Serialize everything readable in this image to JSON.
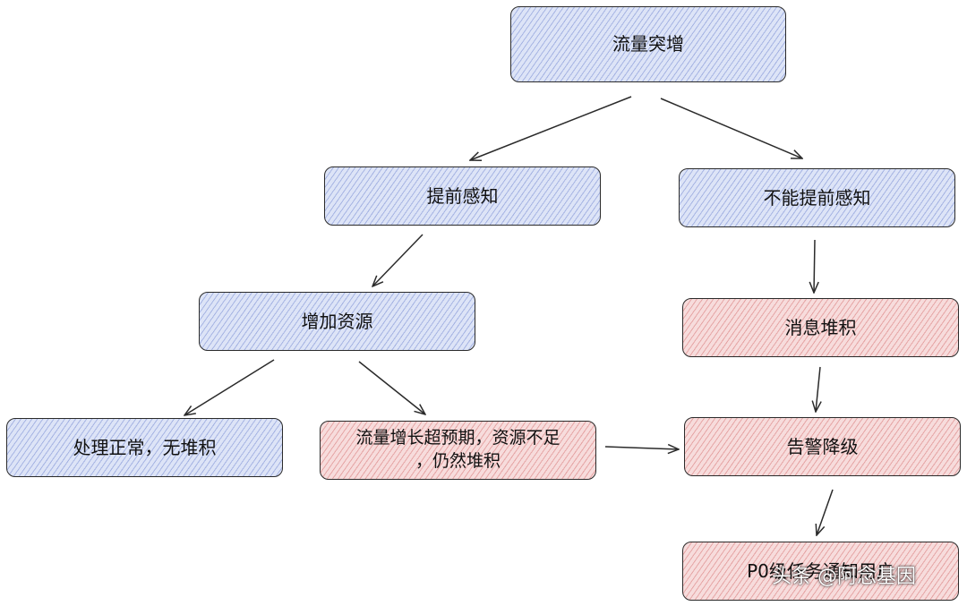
{
  "nodes": {
    "flow_surge": "流量突增",
    "predict": "提前感知",
    "no_predict": "不能提前感知",
    "add_resources": "增加资源",
    "msg_backlog": "消息堆积",
    "handled": "处理正常，无堆积",
    "exceeded_line1": "流量增长超预期，资源不足",
    "exceeded_line2": "，仍然堆积",
    "alert": "告警降级",
    "p0": "P0级任务通知用户"
  },
  "watermark": "头条 @阿念基因",
  "colors": {
    "blue_fill": "#dde4f7",
    "red_fill": "#f7dcdc",
    "stroke": "#2b2b2b"
  }
}
